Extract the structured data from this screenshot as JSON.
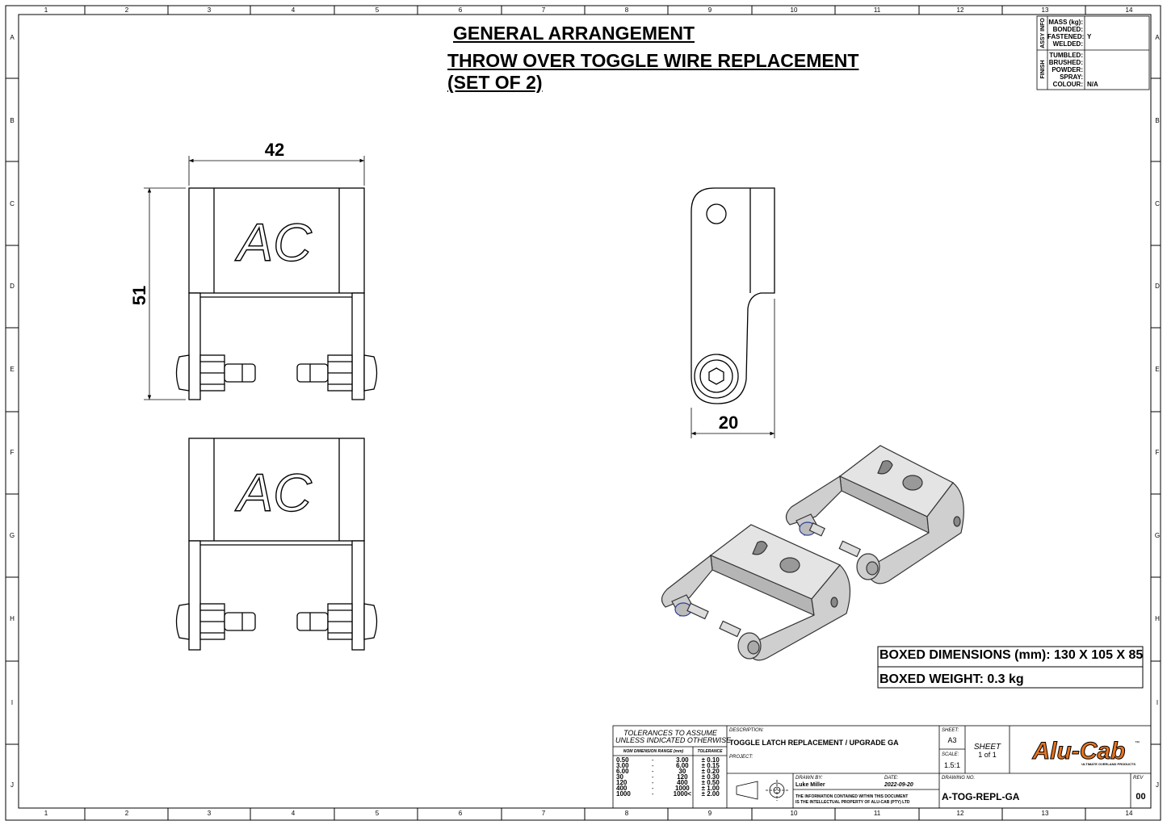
{
  "title": {
    "line1": "GENERAL ARRANGEMENT",
    "line2": "THROW OVER TOGGLE WIRE REPLACEMENT ",
    "line3": "(SET OF 2)"
  },
  "dimensions": {
    "width": "42",
    "height": "51",
    "side_width": "20"
  },
  "logo_letters": "AC",
  "boxed": {
    "dimensions": "BOXED DIMENSIONS (mm): 130 X 105 X 85",
    "weight": "BOXED WEIGHT: 0.3 kg"
  },
  "grid": {
    "columns": [
      "1",
      "2",
      "3",
      "4",
      "5",
      "6",
      "7",
      "8",
      "9",
      "10",
      "11",
      "12",
      "13",
      "14"
    ],
    "rows": [
      "A",
      "B",
      "C",
      "D",
      "E",
      "F",
      "G",
      "H",
      "I",
      "J"
    ]
  },
  "info_box": {
    "assy_label": "ASSY INFO",
    "finish_label": "FINISH",
    "assy": [
      {
        "label": "MASS (kg):",
        "value": ""
      },
      {
        "label": "BONDED:",
        "value": ""
      },
      {
        "label": "FASTENED:",
        "value": "Y"
      },
      {
        "label": "WELDED:",
        "value": ""
      }
    ],
    "finish": [
      {
        "label": "TUMBLED:",
        "value": ""
      },
      {
        "label": "BRUSHED:",
        "value": ""
      },
      {
        "label": "POWDER:",
        "value": ""
      },
      {
        "label": "SPRAY:",
        "value": ""
      },
      {
        "label": "COLOUR:",
        "value": "N/A"
      }
    ]
  },
  "tolerances": {
    "heading1": "TOLERANCES TO ASSUME",
    "heading2": "UNLESS INDICATED OTHERWISE",
    "col_range": "NOM DIMENSION RANGE (mm)",
    "col_tol": "TOLERANCE",
    "rows": [
      {
        "from": "0.50",
        "to": "3.00",
        "tol": "± 0.10"
      },
      {
        "from": "3.00",
        "to": "6.00",
        "tol": "± 0.15"
      },
      {
        "from": "6.00",
        "to": "30",
        "tol": "± 0.20"
      },
      {
        "from": "30",
        "to": "120",
        "tol": "± 0.30"
      },
      {
        "from": "120",
        "to": "400",
        "tol": "± 0.50"
      },
      {
        "from": "400",
        "to": "1000",
        "tol": "± 1.00"
      },
      {
        "from": "1000",
        "to": "1000<",
        "tol": "± 2.00"
      }
    ]
  },
  "title_block": {
    "description_label": "DESCRIPTION:",
    "description": "TOGGLE LATCH REPLACEMENT / UPGRADE GA",
    "project_label": "PROJECT:",
    "drawn_by_label": "DRAWN BY:",
    "drawn_by": "Luke Miller",
    "date_label": "DATE:",
    "date": "2022-09-20",
    "disclaimer1": "THE INFORMATION CONTAINED WITHIN THIS DOCUMENT",
    "disclaimer2": "IS THE INTELLECTUAL PROPERTY OF ALU-CAB (PTY) LTD",
    "sheet_size_label": "SHEET:",
    "sheet_size": "A3",
    "scale_label": "SCALE:",
    "scale": "1.5:1",
    "sheet_label": "SHEET",
    "sheet": "1 of 1",
    "drawing_no_label": "DRAWING NO.",
    "drawing_no": "A-TOG-REPL-GA",
    "rev_label": "REV",
    "rev": "00"
  },
  "brand": {
    "name": "Alu-Cab",
    "tm": "™",
    "tagline": "ULTIMATE OVERLAND PRODUCTS",
    "color": "#e8731e"
  }
}
